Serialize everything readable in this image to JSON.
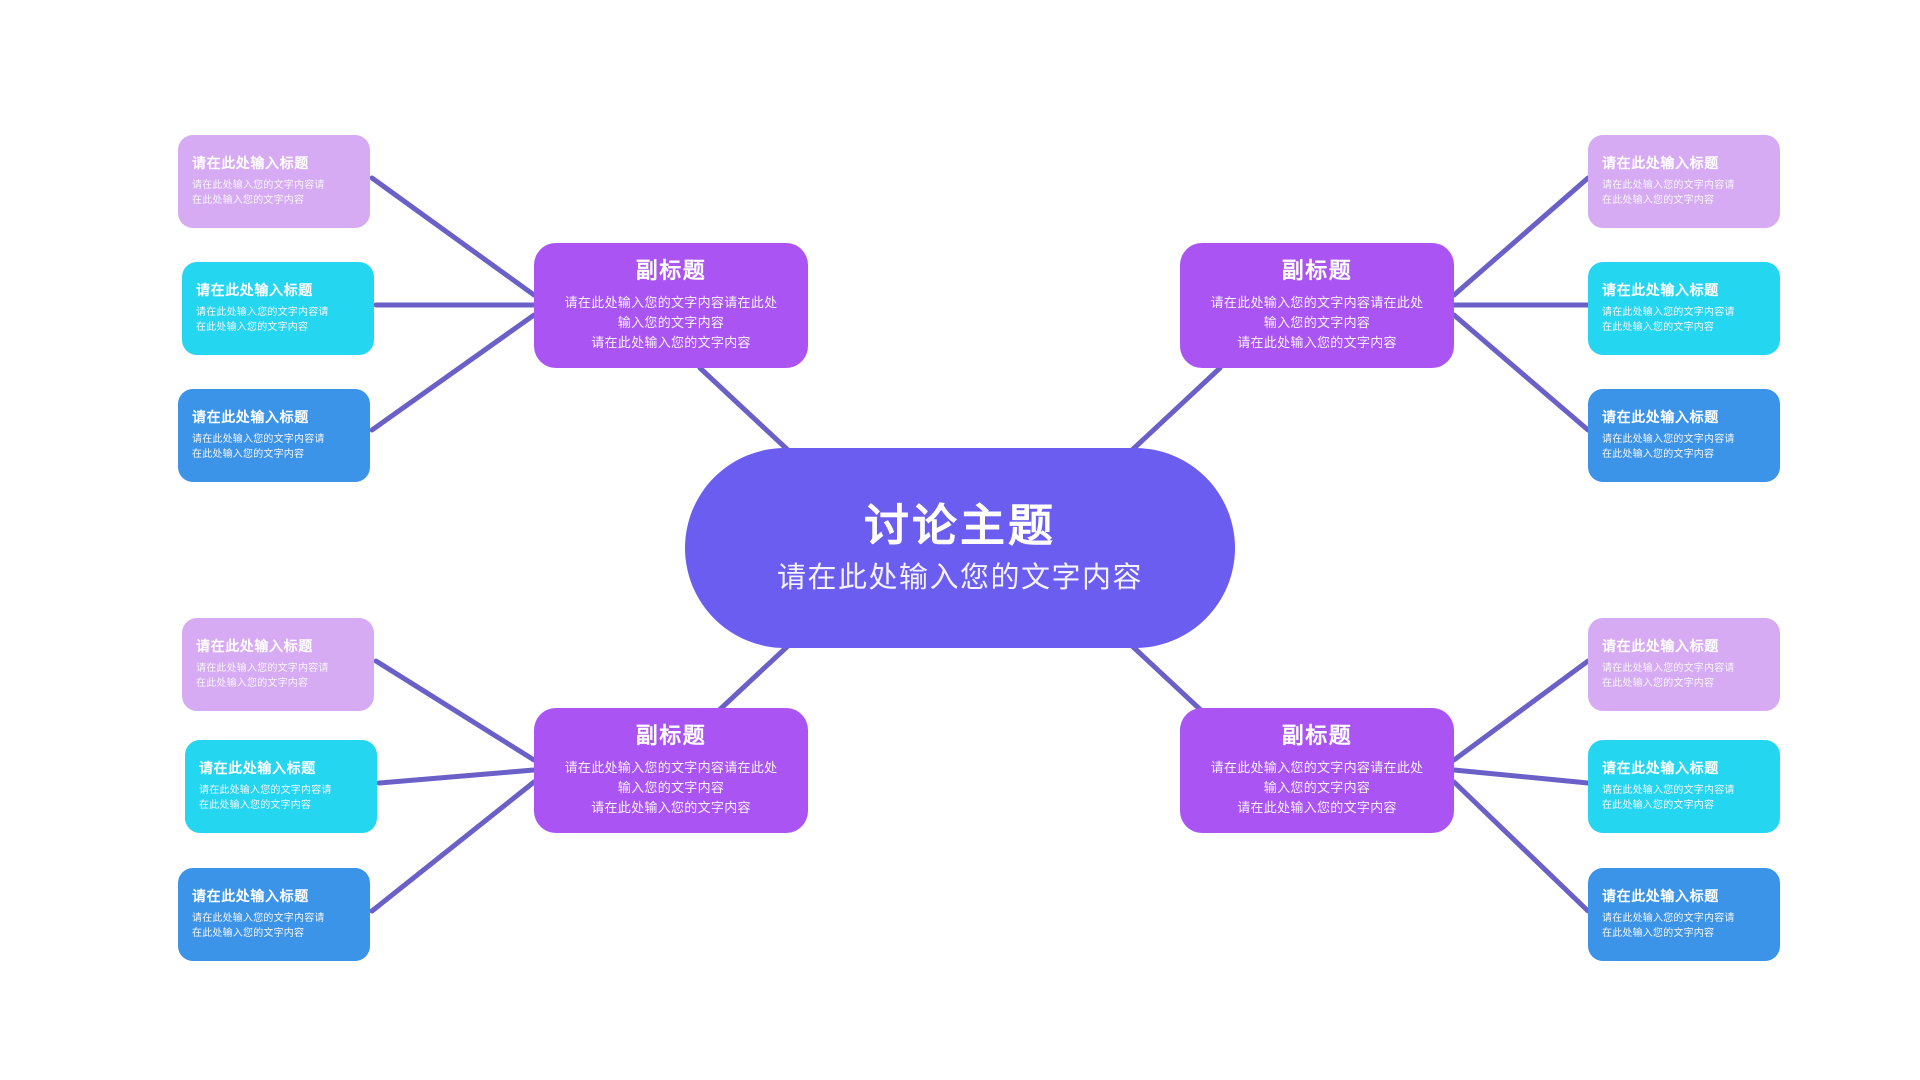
{
  "diagram": {
    "type": "mind-map",
    "background_color": "#ffffff",
    "edge_color": "#6A60C8",
    "edge_width": 5
  },
  "central": {
    "title": "讨论主题",
    "subtitle": "请在此处输入您的文字内容",
    "color": "#6A5DF0"
  },
  "branches": [
    {
      "id": "top-left",
      "title": "副标题",
      "body_line1": "请在此处输入您的文字内容请在此处",
      "body_line2": "输入您的文字内容",
      "body_line3": "请在此处输入您的文字内容",
      "color": "#AA55F3"
    },
    {
      "id": "top-right",
      "title": "副标题",
      "body_line1": "请在此处输入您的文字内容请在此处",
      "body_line2": "输入您的文字内容",
      "body_line3": "请在此处输入您的文字内容",
      "color": "#AA55F3"
    },
    {
      "id": "bottom-left",
      "title": "副标题",
      "body_line1": "请在此处输入您的文字内容请在此处",
      "body_line2": "输入您的文字内容",
      "body_line3": "请在此处输入您的文字内容",
      "color": "#AA55F3"
    },
    {
      "id": "bottom-right",
      "title": "副标题",
      "body_line1": "请在此处输入您的文字内容请在此处",
      "body_line2": "输入您的文字内容",
      "body_line3": "请在此处输入您的文字内容",
      "color": "#AA55F3"
    }
  ],
  "leaves": [
    {
      "id": "tl-1",
      "title": "请在此处输入标题",
      "body_line1": "请在此处输入您的文字内容请",
      "body_line2": "在此处输入您的文字内容",
      "color": "#D7ABF3",
      "swatch": "violet"
    },
    {
      "id": "tl-2",
      "title": "请在此处输入标题",
      "body_line1": "请在此处输入您的文字内容请",
      "body_line2": "在此处输入您的文字内容",
      "color": "#25D6F0",
      "swatch": "cyan"
    },
    {
      "id": "tl-3",
      "title": "请在此处输入标题",
      "body_line1": "请在此处输入您的文字内容请",
      "body_line2": "在此处输入您的文字内容",
      "color": "#3B94E8",
      "swatch": "blue"
    },
    {
      "id": "bl-1",
      "title": "请在此处输入标题",
      "body_line1": "请在此处输入您的文字内容请",
      "body_line2": "在此处输入您的文字内容",
      "color": "#D7ABF3",
      "swatch": "violet"
    },
    {
      "id": "bl-2",
      "title": "请在此处输入标题",
      "body_line1": "请在此处输入您的文字内容请",
      "body_line2": "在此处输入您的文字内容",
      "color": "#25D6F0",
      "swatch": "cyan"
    },
    {
      "id": "bl-3",
      "title": "请在此处输入标题",
      "body_line1": "请在此处输入您的文字内容请",
      "body_line2": "在此处输入您的文字内容",
      "color": "#3B94E8",
      "swatch": "blue"
    },
    {
      "id": "tr-1",
      "title": "请在此处输入标题",
      "body_line1": "请在此处输入您的文字内容请",
      "body_line2": "在此处输入您的文字内容",
      "color": "#D7ABF3",
      "swatch": "violet"
    },
    {
      "id": "tr-2",
      "title": "请在此处输入标题",
      "body_line1": "请在此处输入您的文字内容请",
      "body_line2": "在此处输入您的文字内容",
      "color": "#25D6F0",
      "swatch": "cyan"
    },
    {
      "id": "tr-3",
      "title": "请在此处输入标题",
      "body_line1": "请在此处输入您的文字内容请",
      "body_line2": "在此处输入您的文字内容",
      "color": "#3B94E8",
      "swatch": "blue"
    },
    {
      "id": "br-1",
      "title": "请在此处输入标题",
      "body_line1": "请在此处输入您的文字内容请",
      "body_line2": "在此处输入您的文字内容",
      "color": "#D7ABF3",
      "swatch": "violet"
    },
    {
      "id": "br-2",
      "title": "请在此处输入标题",
      "body_line1": "请在此处输入您的文字内容请",
      "body_line2": "在此处输入您的文字内容",
      "color": "#25D6F0",
      "swatch": "cyan"
    },
    {
      "id": "br-3",
      "title": "请在此处输入标题",
      "body_line1": "请在此处输入您的文字内容请",
      "body_line2": "在此处输入您的文字内容",
      "color": "#3B94E8",
      "swatch": "blue"
    }
  ]
}
